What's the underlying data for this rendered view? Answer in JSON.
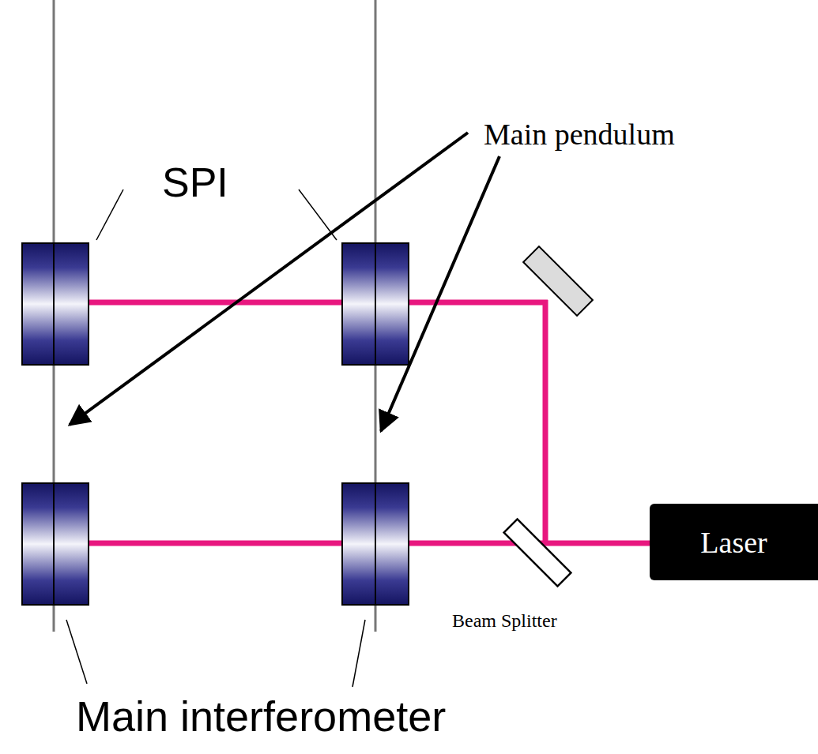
{
  "diagram": {
    "nodes": [
      {
        "text": [
          "Laser"
        ]
      }
    ],
    "labels": [
      "SPI",
      "Main pendulum",
      "Beam Splitter",
      "Main interferometer"
    ]
  }
}
